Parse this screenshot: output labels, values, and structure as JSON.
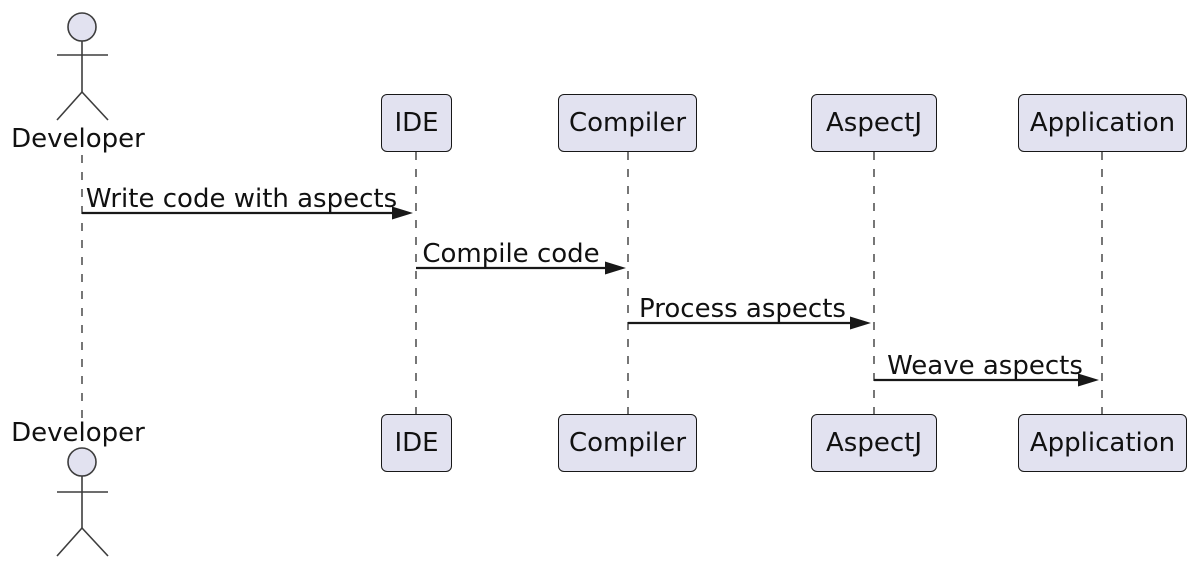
{
  "diagram": {
    "type": "sequence",
    "actor": {
      "label": "Developer"
    },
    "participants": [
      {
        "label": "IDE"
      },
      {
        "label": "Compiler"
      },
      {
        "label": "AspectJ"
      },
      {
        "label": "Application"
      }
    ],
    "messages": [
      {
        "from": "Developer",
        "to": "IDE",
        "label": "Write code with aspects"
      },
      {
        "from": "IDE",
        "to": "Compiler",
        "label": "Compile code"
      },
      {
        "from": "Compiler",
        "to": "AspectJ",
        "label": "Process aspects"
      },
      {
        "from": "AspectJ",
        "to": "Application",
        "label": "Weave aspects"
      }
    ],
    "colors": {
      "background": "#FFFFFF",
      "participant_fill": "#E2E2F0",
      "participant_border": "#181818",
      "lifeline": "#555555",
      "arrow": "#181818",
      "text": "#111111",
      "actor_head_fill": "#E2E2F0"
    }
  }
}
